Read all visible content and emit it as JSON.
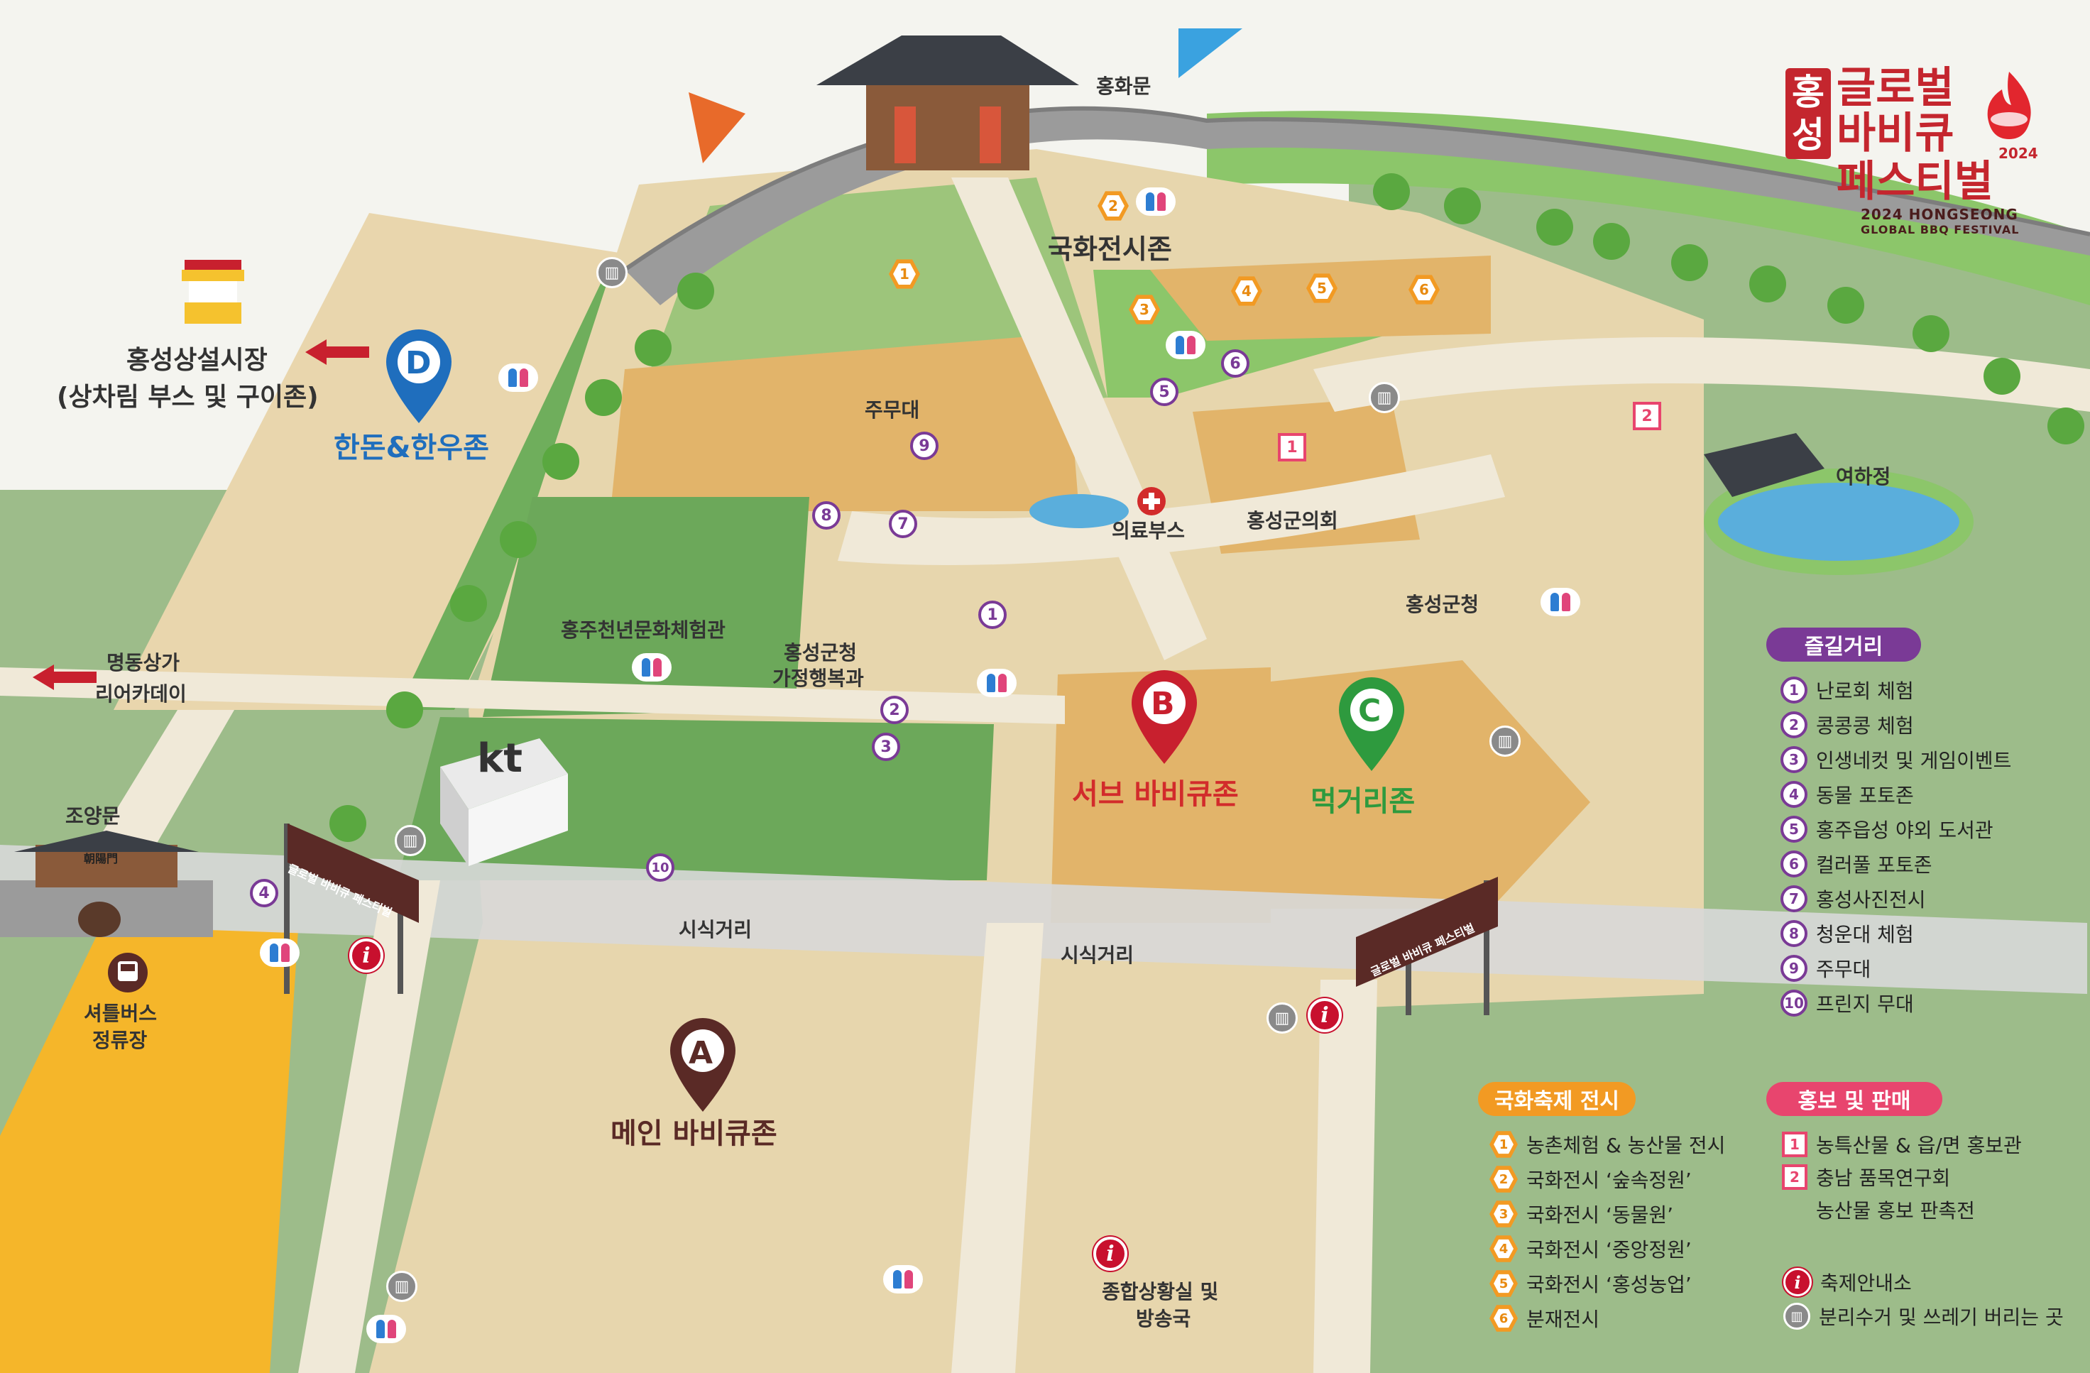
{
  "logo": {
    "hong": "홍",
    "seong": "성",
    "line1": "글로벌",
    "line2": "바비큐",
    "line3": "페스티벌",
    "year_badge": "2024",
    "en1": "2024 HONGSEONG",
    "en2": "GLOBAL BBQ FESTIVAL"
  },
  "colors": {
    "zone_a": "#5a2a26",
    "zone_b": "#d22b2b",
    "zone_c": "#2e9a3e",
    "zone_d": "#1f6ebd",
    "activities": "#7a3a96",
    "chrysanthemum": "#f29a23",
    "promotion": "#e8456e",
    "info": "#c8102e"
  },
  "zones": {
    "a": {
      "letter": "A",
      "name": "메인 바비큐존"
    },
    "b": {
      "letter": "B",
      "name": "서브 바비큐존"
    },
    "c": {
      "letter": "C",
      "name": "먹거리존"
    },
    "d": {
      "letter": "D",
      "name": "한돈&한우존"
    }
  },
  "places": {
    "honghwamun": "홍화문",
    "chrysanthemum_zone": "국화전시존",
    "main_stage": "주무대",
    "medical_booth": "의료부스",
    "county_council": "홍성군의회",
    "county_office": "홍성군청",
    "yeohajeong": "여하정",
    "culture_center": "홍주천년문화체험관",
    "welfare_line1": "홍성군청",
    "welfare_line2": "가정행복과",
    "market_line1": "홍성상설시장",
    "market_line2": "(상차림 부스 및 구이존)",
    "myeongdong_line1": "명동상가",
    "myeongdong_line2": "리어카데이",
    "joyangmun": "조양문",
    "shuttle_line1": "셔틀버스",
    "shuttle_line2": "정류장",
    "tasting_street_1": "시식거리",
    "tasting_street_2": "시식거리",
    "control_line1": "종합상황실 및",
    "control_line2": "방송국",
    "arch_text_left": "글로벌 바비큐 페스티벌",
    "arch_text_right": "글로벌 바비큐 페스티벌",
    "kt": "kt",
    "gate_sign": "朝陽門"
  },
  "map_markers": {
    "activities": [
      "1",
      "2",
      "3",
      "4",
      "5",
      "6",
      "7",
      "8",
      "9",
      "10"
    ],
    "chrysanthemum": [
      "1",
      "2",
      "3",
      "4",
      "5",
      "6"
    ],
    "promotion": [
      "1",
      "2"
    ],
    "info_symbol": "i",
    "trash_symbol": "▥"
  },
  "legend": {
    "activities": {
      "title": "즐길거리",
      "items": [
        {
          "num": "1",
          "label": "난로회 체험"
        },
        {
          "num": "2",
          "label": "콩콩콩 체험"
        },
        {
          "num": "3",
          "label": "인생네컷 및 게임이벤트"
        },
        {
          "num": "4",
          "label": "동물 포토존"
        },
        {
          "num": "5",
          "label": "홍주읍성 야외 도서관"
        },
        {
          "num": "6",
          "label": "컬러풀 포토존"
        },
        {
          "num": "7",
          "label": "홍성사진전시"
        },
        {
          "num": "8",
          "label": "청운대 체험"
        },
        {
          "num": "9",
          "label": "주무대"
        },
        {
          "num": "10",
          "label": "프린지 무대"
        }
      ]
    },
    "chrysanthemum": {
      "title": "국화축제 전시",
      "items": [
        {
          "num": "1",
          "label": "농촌체험 & 농산물 전시"
        },
        {
          "num": "2",
          "label": "국화전시 ‘숲속정원’"
        },
        {
          "num": "3",
          "label": "국화전시 ‘동물원’"
        },
        {
          "num": "4",
          "label": "국화전시 ‘중앙정원’"
        },
        {
          "num": "5",
          "label": "국화전시 ‘홍성농업’"
        },
        {
          "num": "6",
          "label": "분재전시"
        }
      ]
    },
    "promotion": {
      "title": "홍보 및 판매",
      "items": [
        {
          "num": "1",
          "label": "농특산물 & 읍/면 홍보관"
        },
        {
          "num": "2",
          "label": "충남 품목연구회"
        },
        {
          "num": "",
          "label": "농산물 홍보 판촉전"
        }
      ]
    },
    "extra": {
      "info_label": "축제안내소",
      "trash_label": "분리수거 및 쓰레기 버리는 곳"
    }
  }
}
